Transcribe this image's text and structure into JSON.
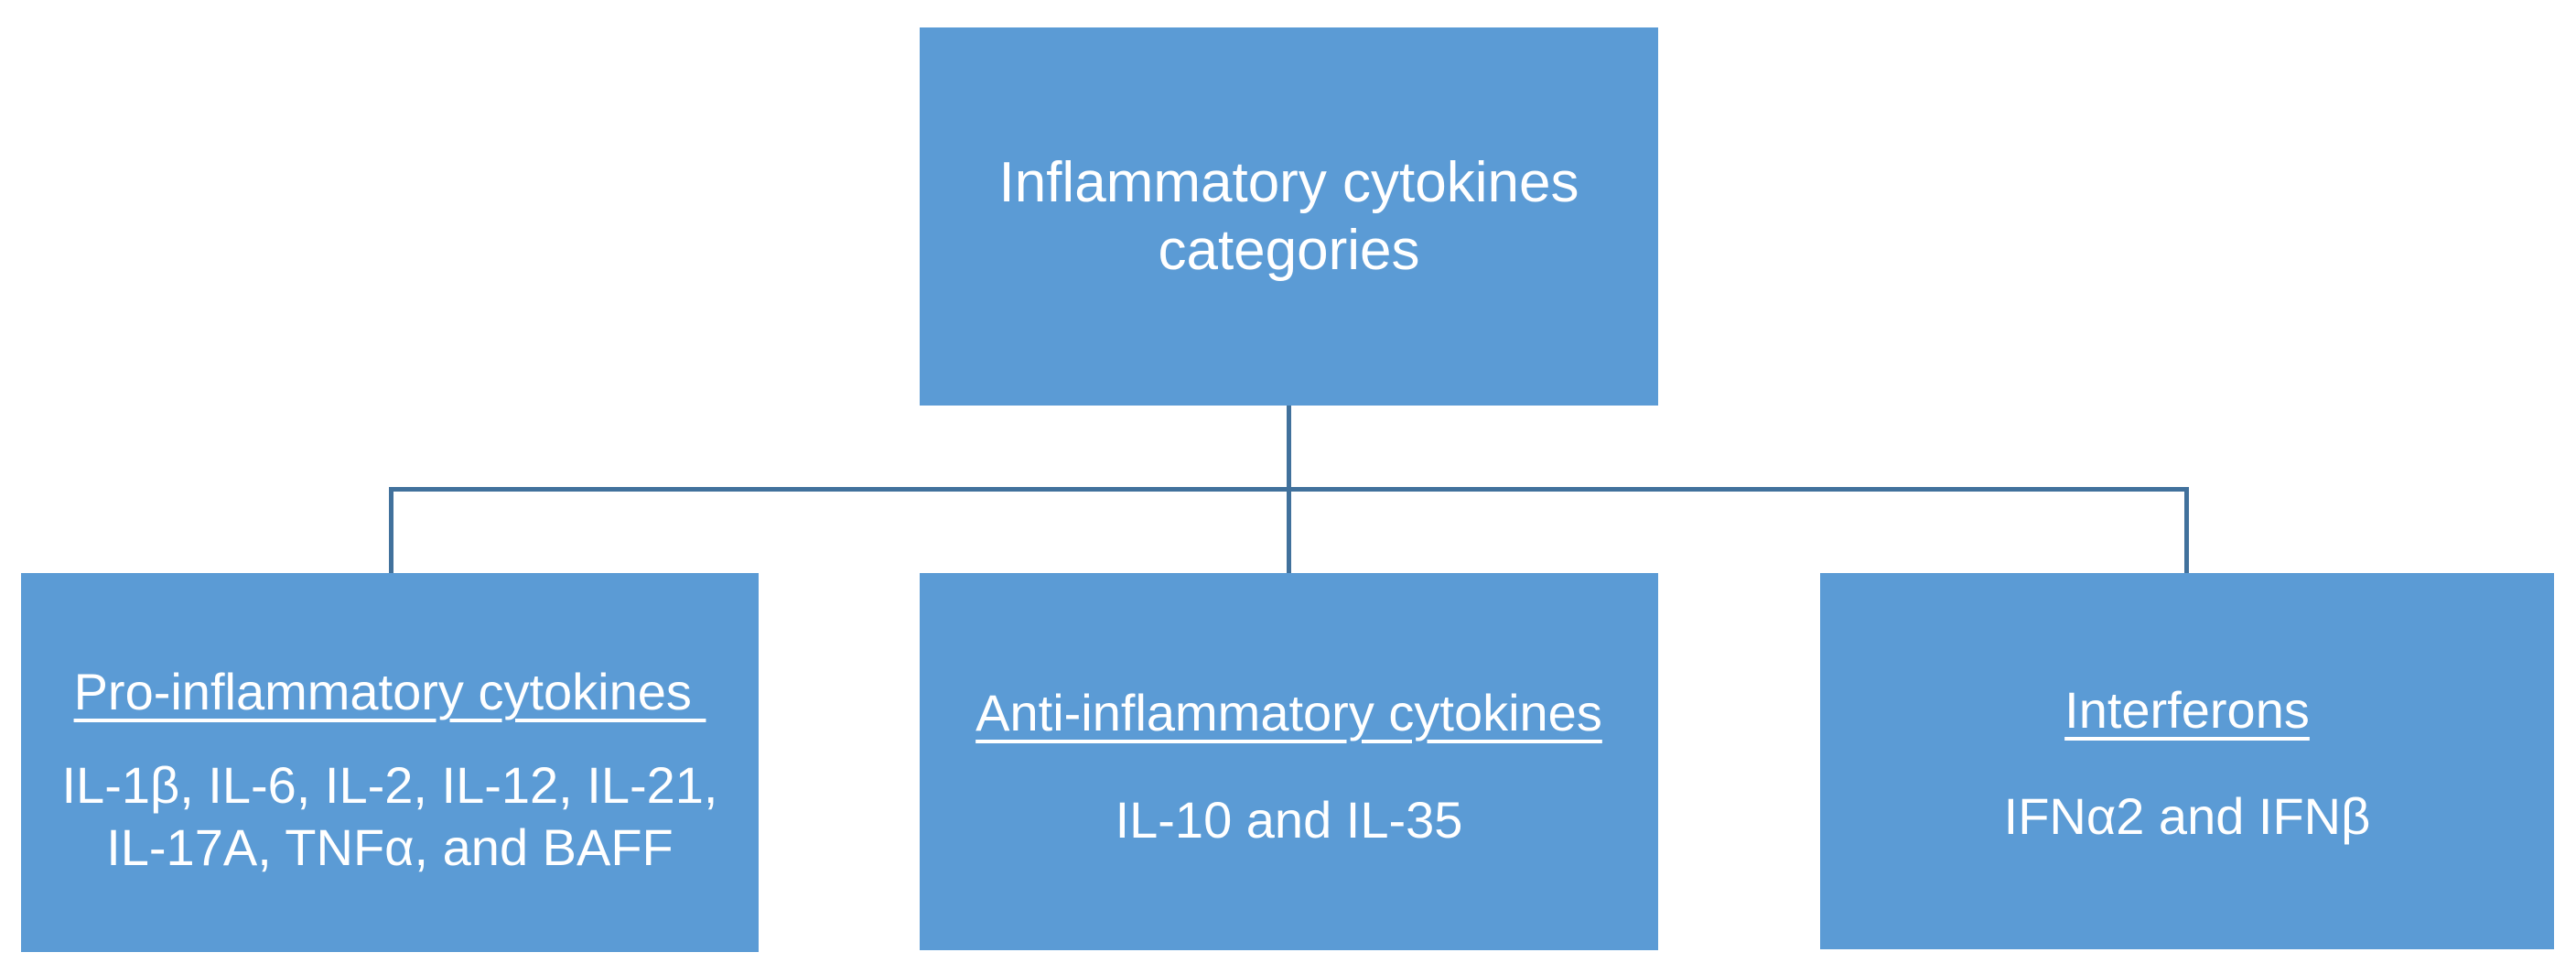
{
  "diagram": {
    "type": "hierarchy-tree",
    "title": "Inflammatory cytokines categories",
    "colors": {
      "node_fill": "#5B9BD5",
      "node_text": "#FFFFFF",
      "connector": "#41719C",
      "background": "#FFFFFF"
    },
    "root": {
      "label": "Inflammatory cytokines categories"
    },
    "children": [
      {
        "id": "pro-inflammatory",
        "heading": "Pro-inflammatory cytokines ",
        "body": "IL-1β, IL-6, IL-2, IL-12, IL-21,\nIL-17A, TNFα, and BAFF",
        "items": [
          "IL-1β",
          "IL-6",
          "IL-2",
          "IL-12",
          "IL-21",
          "IL-17A",
          "TNFα",
          "BAFF"
        ]
      },
      {
        "id": "anti-inflammatory",
        "heading": "Anti-inflammatory cytokines",
        "body": "IL-10 and IL-35",
        "items": [
          "IL-10",
          "IL-35"
        ]
      },
      {
        "id": "interferons",
        "heading": "Interferons",
        "body": "IFNα2 and IFNβ",
        "items": [
          "IFNα2",
          "IFNβ"
        ]
      }
    ]
  }
}
